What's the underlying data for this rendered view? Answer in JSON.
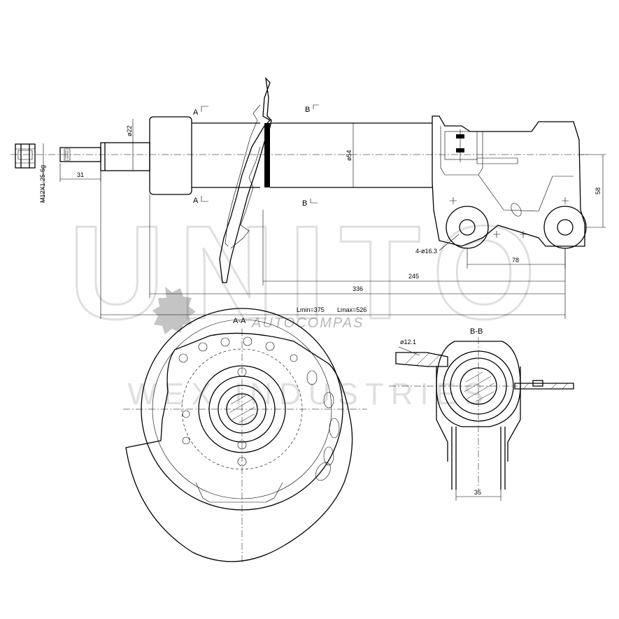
{
  "watermark": {
    "brand_big": "UNITO",
    "brand_small": "WEX INDUSTRIES",
    "logo_text": "AUTOCOMPAS"
  },
  "dimensions": {
    "thread": "M12X1.25-6g",
    "d22": "ø22",
    "d31": "31",
    "d54": "ø54",
    "d58": "58",
    "holes": "4-ø16.3",
    "d78": "78",
    "d245": "245",
    "d336": "336",
    "lmin": "Lmin=375",
    "lmax": "Lmax=526",
    "d12": "ø12.1",
    "d35": "35"
  },
  "section_marks": {
    "a_top": "A",
    "a_bottom": "A",
    "b_top": "B",
    "b_bottom": "B",
    "aa_title": "A-A",
    "bb_title": "B-B"
  }
}
